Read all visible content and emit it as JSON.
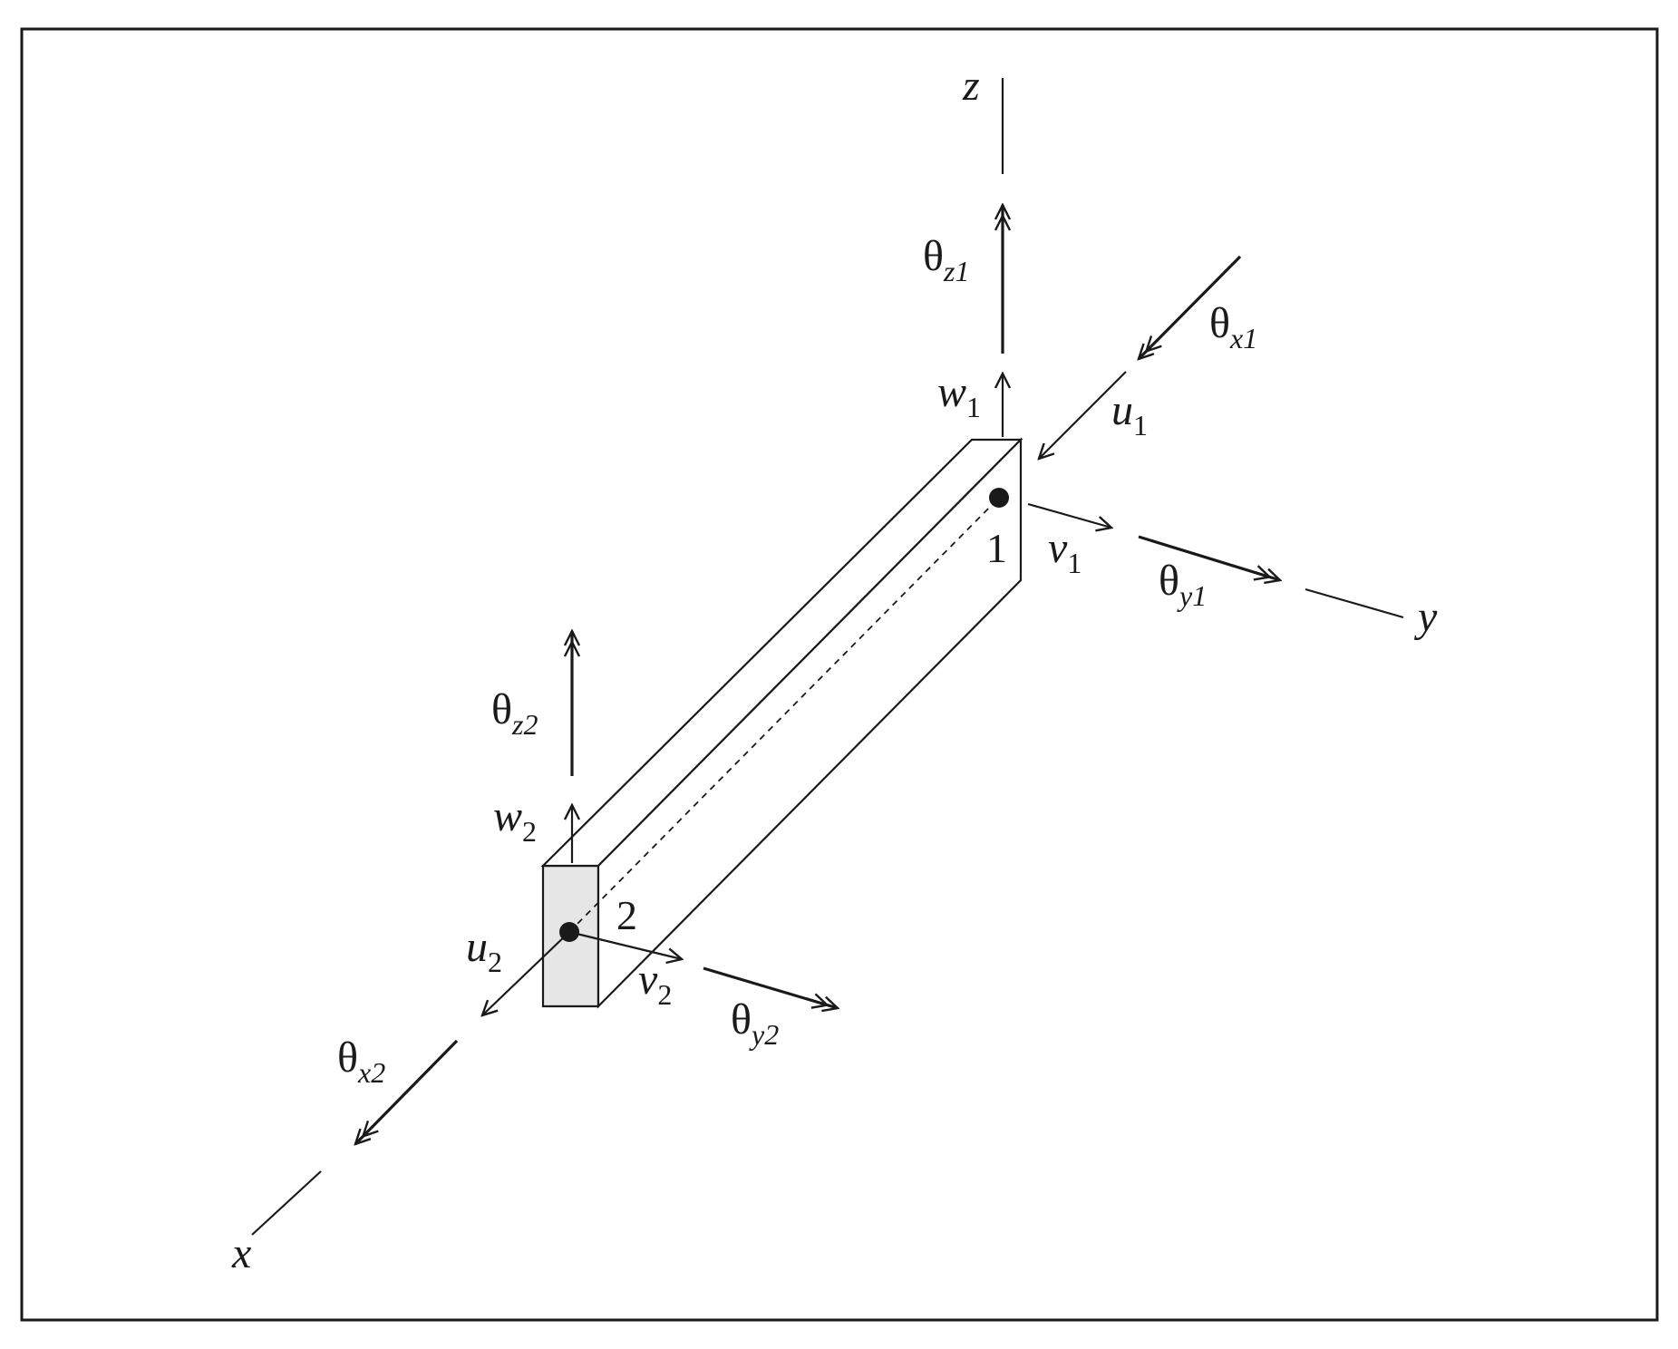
{
  "colors": {
    "line": "#1a1a1a",
    "face_fill": "#e6e6e6",
    "background": "#ffffff"
  },
  "axes": {
    "x": "x",
    "y": "y",
    "z": "z"
  },
  "nodes": {
    "node1": "1",
    "node2": "2"
  },
  "labels": {
    "theta_z1": {
      "base": "θ",
      "sub": "z1"
    },
    "theta_x1": {
      "base": "θ",
      "sub": "x1"
    },
    "w1": {
      "base": "w",
      "sub": "1"
    },
    "u1": {
      "base": "u",
      "sub": "1"
    },
    "v1": {
      "base": "v",
      "sub": "1"
    },
    "theta_y1": {
      "base": "θ",
      "sub": "y1"
    },
    "theta_z2": {
      "base": "θ",
      "sub": "z2"
    },
    "w2": {
      "base": "w",
      "sub": "2"
    },
    "u2": {
      "base": "u",
      "sub": "2"
    },
    "v2": {
      "base": "v",
      "sub": "2"
    },
    "theta_y2": {
      "base": "θ",
      "sub": "y2"
    },
    "theta_x2": {
      "base": "θ",
      "sub": "x2"
    }
  }
}
